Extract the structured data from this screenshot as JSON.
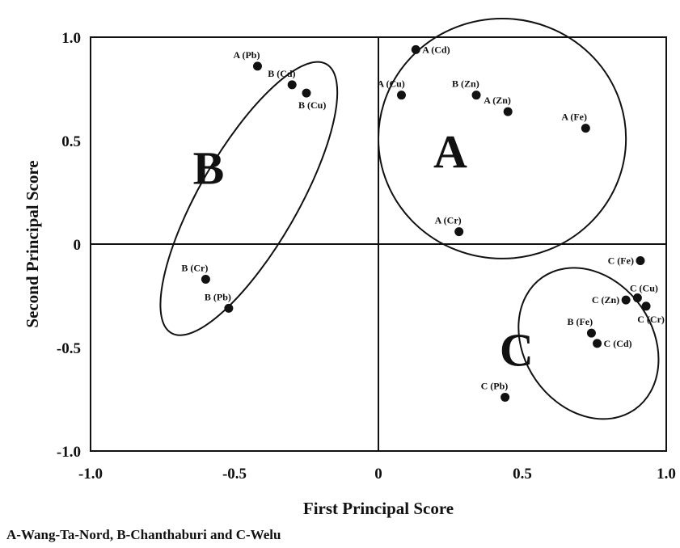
{
  "chart_data": {
    "type": "scatter",
    "xlabel": "First Principal Score",
    "ylabel": "Second Principal Score",
    "xlim": [
      -1.0,
      1.0
    ],
    "ylim": [
      -1.0,
      1.0
    ],
    "x_ticks": [
      -1.0,
      -0.5,
      0,
      0.5,
      1.0
    ],
    "x_tick_labels": [
      "-1.0",
      "-0.5",
      "0",
      "0.5",
      "1.0"
    ],
    "y_ticks": [
      1.0,
      0.5,
      0,
      -0.5,
      -1.0
    ],
    "y_tick_labels": [
      "1.0",
      "0.5",
      "0",
      "-0.5",
      "-1.0"
    ],
    "grid": false,
    "points": [
      {
        "label": "A (Pb)",
        "x": -0.42,
        "y": 0.86,
        "label_pos": "above-left"
      },
      {
        "label": "B (Cd)",
        "x": -0.3,
        "y": 0.77,
        "label_pos": "above-left"
      },
      {
        "label": "B (Cu)",
        "x": -0.25,
        "y": 0.73,
        "label_pos": "below-right"
      },
      {
        "label": "A (Cd)",
        "x": 0.13,
        "y": 0.94,
        "label_pos": "right"
      },
      {
        "label": "A (Cu)",
        "x": 0.08,
        "y": 0.72,
        "label_pos": "above-left"
      },
      {
        "label": "B (Zn)",
        "x": 0.34,
        "y": 0.72,
        "label_pos": "above-left"
      },
      {
        "label": "A (Zn)",
        "x": 0.45,
        "y": 0.64,
        "label_pos": "above-left"
      },
      {
        "label": "A (Fe)",
        "x": 0.72,
        "y": 0.56,
        "label_pos": "above-left"
      },
      {
        "label": "A (Cr)",
        "x": 0.28,
        "y": 0.06,
        "label_pos": "above-left"
      },
      {
        "label": "B (Cr)",
        "x": -0.6,
        "y": -0.17,
        "label_pos": "above-left"
      },
      {
        "label": "B (Pb)",
        "x": -0.52,
        "y": -0.31,
        "label_pos": "above-left"
      },
      {
        "label": "C (Fe)",
        "x": 0.91,
        "y": -0.08,
        "label_pos": "left"
      },
      {
        "label": "C (Cu)",
        "x": 0.9,
        "y": -0.26,
        "label_pos": "above"
      },
      {
        "label": "C (Zn)",
        "x": 0.86,
        "y": -0.27,
        "label_pos": "left"
      },
      {
        "label": "C (Cr)",
        "x": 0.93,
        "y": -0.3,
        "label_pos": "below"
      },
      {
        "label": "B (Fe)",
        "x": 0.74,
        "y": -0.43,
        "label_pos": "above-left"
      },
      {
        "label": "C (Cd)",
        "x": 0.76,
        "y": -0.48,
        "label_pos": "right"
      },
      {
        "label": "C (Pb)",
        "x": 0.44,
        "y": -0.74,
        "label_pos": "above-left"
      }
    ],
    "groups": [
      {
        "label": "A",
        "cx": 0.43,
        "cy": 0.51,
        "rx": 0.43,
        "ry": 0.58,
        "angle": 0,
        "label_x": 0.25,
        "label_y": 0.45
      },
      {
        "label": "B",
        "cx": -0.45,
        "cy": 0.22,
        "rx": 0.17,
        "ry": 0.75,
        "angle": 30,
        "label_x": -0.59,
        "label_y": 0.37
      },
      {
        "label": "C",
        "cx": 0.73,
        "cy": -0.48,
        "rx": 0.28,
        "ry": 0.31,
        "angle": 55,
        "label_x": 0.48,
        "label_y": -0.51
      }
    ]
  },
  "caption": "A-Wang-Ta-Nord, B-Chanthaburi and C-Welu"
}
